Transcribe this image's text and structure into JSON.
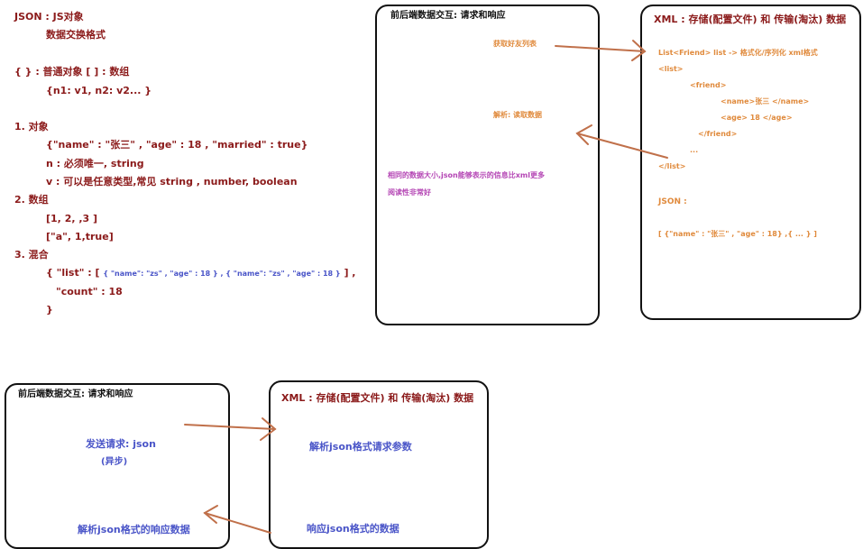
{
  "left": {
    "l1": "JSON :   JS对象",
    "l2": "数据交换格式",
    "l3": "{ } : 普通对象     [ ] : 数组",
    "l4": "{n1: v1, n2: v2... }",
    "l5": "1. 对象",
    "l6": "{\"name\" : \"张三\" , \"age\" : 18 , \"married\" : true}",
    "l7": "n : 必须唯一, string",
    "l8": "v : 可以是任意类型,常见 string , number, boolean",
    "l9": "2. 数组",
    "l10": "[1, 2, ,3 ]",
    "l11": "[\"a\", 1,true]",
    "l12": "3. 混合",
    "l13a": "{ \"list\" :  [",
    "l13b": "{ \"name\": \"zs\" , \"age\" : 18 } , { \"name\": \"zs\" , \"age\" : 18 }",
    "l13c": "] ,",
    "l14": "\"count\"  : 18",
    "l15": "}"
  },
  "box1": {
    "title": "前后端数据交互: 请求和响应",
    "get_list": "获取好友列表",
    "parse": "解析: 读取数据",
    "note1": "相同的数据大小,json能够表示的信息比xml更多",
    "note2": "阅读性非常好"
  },
  "box2": {
    "title": "XML :  存储(配置文件) 和 传输(淘汰) 数据",
    "x1": "List<Friend>  list  -> 格式化/序列化 xml格式",
    "x2": "<list>",
    "x3": "<friend>",
    "x4": "<name>张三 </name>",
    "x5": "<age> 18 </age>",
    "x6": "</friend>",
    "x7": "...",
    "x8": "</list>",
    "j1": "JSON :",
    "j2": "[ {\"name\" :  \"张三\" , \"age\" : 18}  ,{ ... } ]"
  },
  "box3": {
    "title": "前后端数据交互: 请求和响应",
    "send": "发送请求: json",
    "async": "(异步)",
    "parse_resp": "解析json格式的响应数据"
  },
  "box4": {
    "title": "XML :  存储(配置文件) 和 传输(淘汰) 数据",
    "parse_req": "解析json格式请求参数",
    "resp": "响应json格式的数据"
  },
  "colors": {
    "arrow": "#c0704a",
    "brown": "#8b1a1a",
    "orange": "#e08a3c",
    "purple": "#b445b4",
    "blue": "#4a55c8"
  }
}
